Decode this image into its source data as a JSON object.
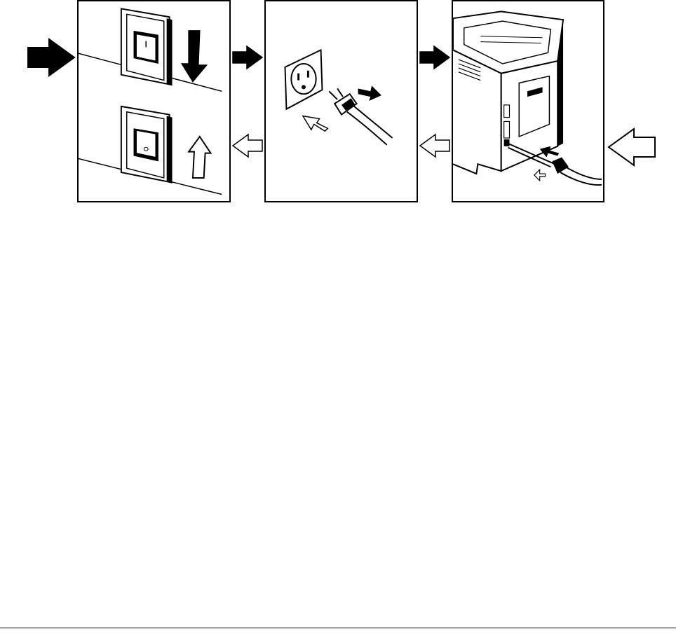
{
  "diagram": {
    "steps": [
      {
        "name": "power-switch",
        "illustrates": [
          "switch-off",
          "switch-on"
        ]
      },
      {
        "name": "wall-outlet",
        "illustrates": [
          "unplug",
          "plug-in"
        ]
      },
      {
        "name": "printer-rear",
        "illustrates": [
          "disconnect-cord",
          "connect-cord"
        ]
      }
    ],
    "colors": {
      "stroke": "#000000",
      "background": "#ffffff",
      "filled_arrow": "#000000",
      "outline_arrow": "#ffffff"
    }
  }
}
